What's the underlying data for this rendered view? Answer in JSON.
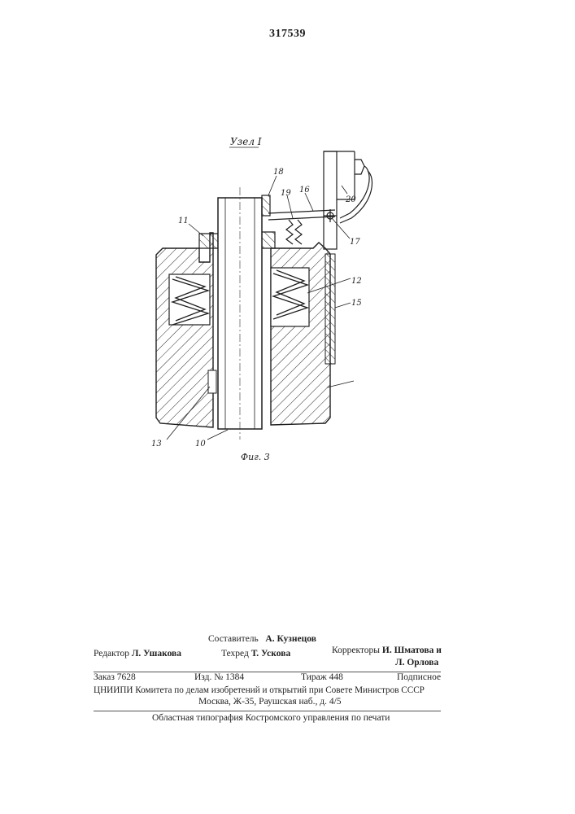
{
  "header": {
    "patent_number": "317539"
  },
  "figure": {
    "node_label": "Узел I",
    "caption": "Фиг. 3",
    "part_labels": [
      "18",
      "19",
      "16",
      "20",
      "11",
      "17",
      "12",
      "15",
      "13",
      "10"
    ]
  },
  "colophon": {
    "compiler_label": "Составитель",
    "compiler_name": "А. Кузнецов",
    "editor_label": "Редактор",
    "editor_name": "Л. Ушакова",
    "techeditor_label": "Техред",
    "techeditor_name": "Т. Ускова",
    "correctors_label": "Корректоры",
    "corrector_1": "И. Шматова и",
    "corrector_2": "Л. Орлова",
    "order": "Заказ 7628",
    "edition": "Изд. № 1384",
    "circulation": "Тираж 448",
    "subscription": "Подписное",
    "institution_line1": "ЦНИИПИ Комитета по делам изобретений и открытий при Совете Министров СССР",
    "institution_line2": "Москва, Ж-35, Раушская наб., д. 4/5",
    "printer": "Областная типография Костромского управления по печати"
  }
}
